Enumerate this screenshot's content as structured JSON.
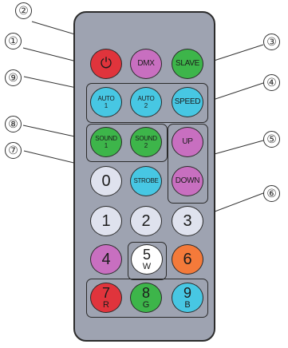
{
  "callouts": [
    "②",
    "①",
    "③",
    "⑨",
    "④",
    "⑧",
    "⑤",
    "⑦",
    "⑥"
  ],
  "buttons": {
    "power": {
      "icon": "power-icon",
      "glyph": "⏻",
      "color": "#e0343c"
    },
    "dmx": {
      "label": "DMX",
      "color": "#c86fc0"
    },
    "slave": {
      "label": "SLAVE",
      "color": "#3db54a"
    },
    "auto1": {
      "label": "AUTO",
      "sub": "1",
      "color": "#47c7e3"
    },
    "auto2": {
      "label": "AUTO",
      "sub": "2",
      "color": "#47c7e3"
    },
    "speed": {
      "label": "SPEED",
      "color": "#47c7e3"
    },
    "sound1": {
      "label": "SOUND",
      "sub": "1",
      "color": "#3db54a"
    },
    "sound2": {
      "label": "SOUND",
      "sub": "2",
      "color": "#3db54a"
    },
    "up": {
      "label": "UP",
      "color": "#c86fc0"
    },
    "down": {
      "label": "DOWN",
      "color": "#c86fc0"
    },
    "zero": {
      "label": "0",
      "color": "#dfe2ee"
    },
    "strobe": {
      "label": "STROBE",
      "color": "#47c7e3"
    },
    "one": {
      "label": "1",
      "color": "#dfe2ee"
    },
    "two": {
      "label": "2",
      "color": "#dfe2ee"
    },
    "three": {
      "label": "3",
      "color": "#dfe2ee"
    },
    "four": {
      "label": "4",
      "color": "#c86fc0"
    },
    "five": {
      "label": "5",
      "sub": "W",
      "color": "#ffffff"
    },
    "six": {
      "label": "6",
      "color": "#f47a3a"
    },
    "seven": {
      "label": "7",
      "sub": "R",
      "color": "#e0343c"
    },
    "eight": {
      "label": "8",
      "sub": "G",
      "color": "#3db54a"
    },
    "nine": {
      "label": "9",
      "sub": "B",
      "color": "#47c7e3"
    }
  },
  "colors": {
    "remote_body": "#9ea3b1",
    "outline": "#2b2b2b"
  }
}
